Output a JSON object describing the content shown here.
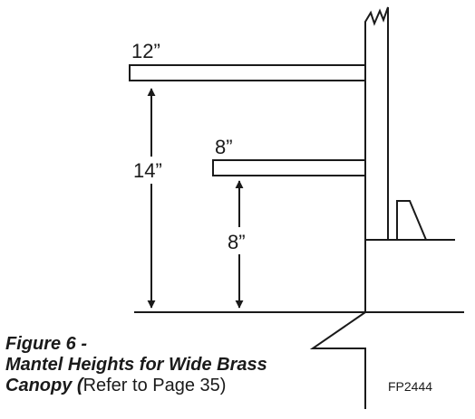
{
  "diagram": {
    "upper_mantel_depth": "12”",
    "upper_mantel_height": "14”",
    "lower_mantel_depth": "8”",
    "lower_mantel_height": "8”",
    "drawing_code": "FP2444"
  },
  "caption": {
    "figure_label": "Figure 6 -",
    "title_line": "Mantel Heights for Wide Brass",
    "title_end": "Canopy",
    "paren_open": " (",
    "reference": "Refer to Page 35)"
  }
}
